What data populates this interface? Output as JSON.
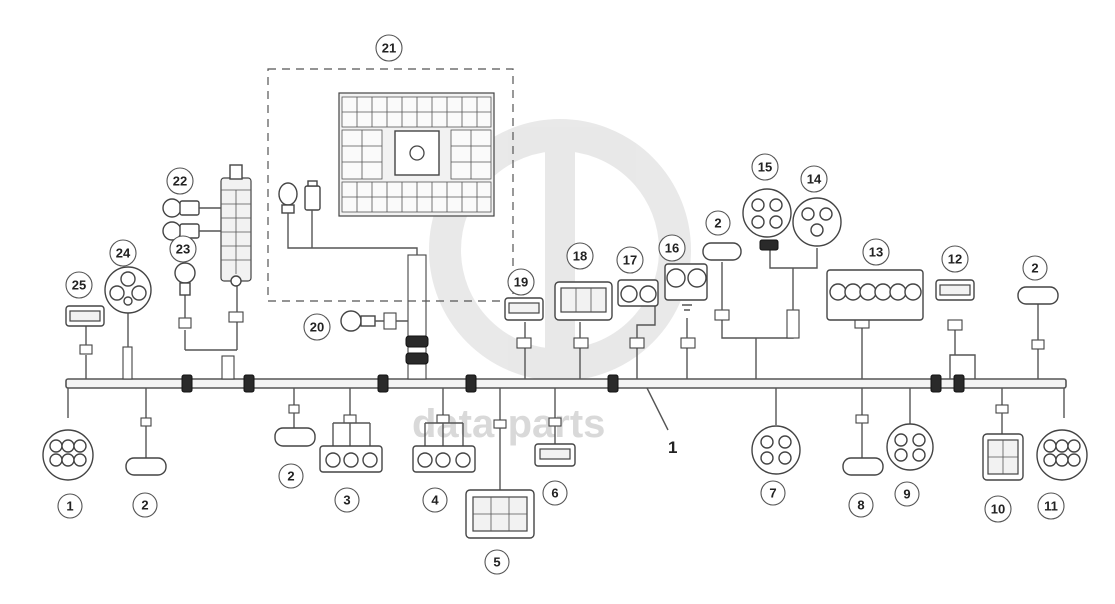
{
  "harness_label": "1",
  "watermark": "data-parts",
  "callouts": [
    "1",
    "2",
    "2",
    "3",
    "4",
    "5",
    "6",
    "7",
    "8",
    "9",
    "10",
    "11",
    "12",
    "13",
    "14",
    "15",
    "16",
    "17",
    "18",
    "19",
    "20",
    "21",
    "22",
    "23",
    "24",
    "25",
    "2",
    "2"
  ]
}
